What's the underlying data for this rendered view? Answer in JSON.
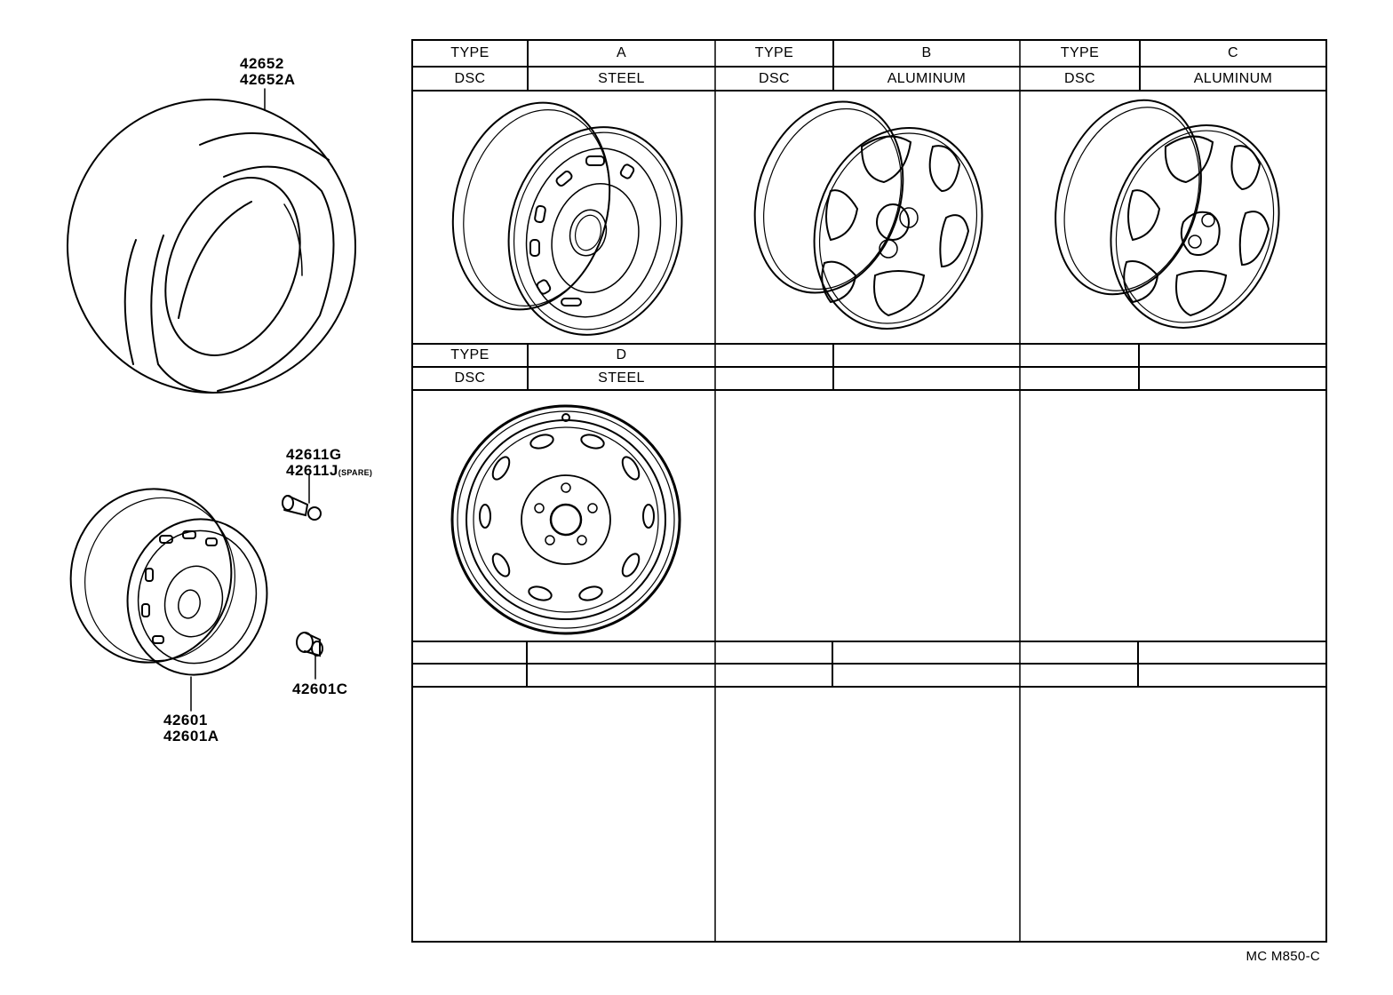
{
  "diagram": {
    "code": "MC M850-C",
    "parts": [
      {
        "id": "tire",
        "numbers": [
          "42652",
          "42652A"
        ]
      },
      {
        "id": "valve",
        "numbers": [
          "42611G",
          "42611J"
        ],
        "note": "(SPARE)"
      },
      {
        "id": "wheel",
        "numbers": [
          "42601",
          "42601A"
        ]
      },
      {
        "id": "hub-nut",
        "numbers": [
          "42601C"
        ]
      }
    ],
    "table": {
      "key_type": "TYPE",
      "key_dsc": "DSC",
      "types": [
        {
          "type": "A",
          "dsc": "STEEL"
        },
        {
          "type": "B",
          "dsc": "ALUMINUM"
        },
        {
          "type": "C",
          "dsc": "ALUMINUM"
        },
        {
          "type": "D",
          "dsc": "STEEL"
        }
      ]
    }
  }
}
